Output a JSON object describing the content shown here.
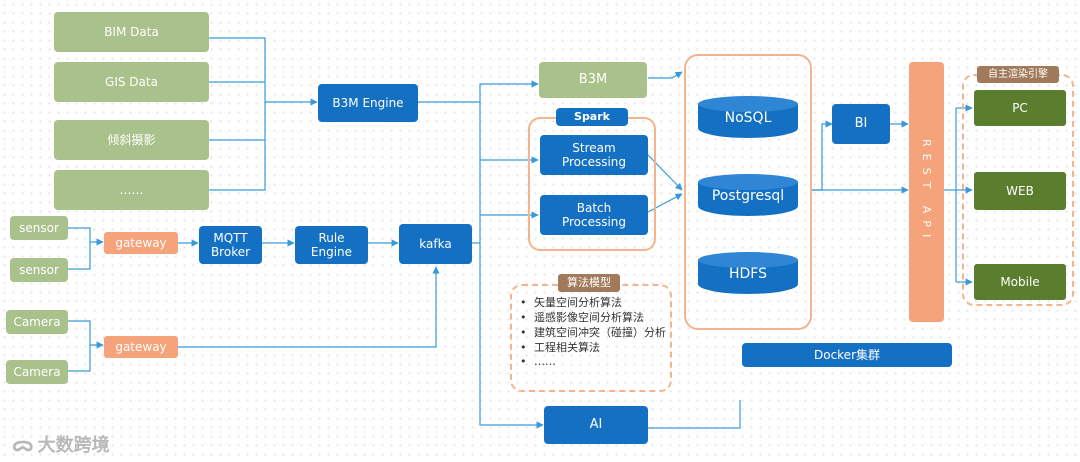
{
  "sources": {
    "bim": "BIM Data",
    "gis": "GIS Data",
    "oblique": "倾斜摄影",
    "more": "……"
  },
  "sensors": [
    "sensor",
    "sensor"
  ],
  "cameras": [
    "Camera",
    "Camera"
  ],
  "gateway_label": "gateway",
  "nodes": {
    "b3m_engine": "B3M Engine",
    "mqtt_l1": "MQTT",
    "mqtt_l2": "Broker",
    "rule_l1": "Rule",
    "rule_l2": "Engine",
    "kafka": "kafka",
    "b3m": "B3M",
    "spark": "Spark",
    "stream_l1": "Stream",
    "stream_l2": "Processing",
    "batch_l1": "Batch",
    "batch_l2": "Processing",
    "ai": "AI",
    "bi": "BI",
    "rest_api": "REST API",
    "docker": "Docker集群"
  },
  "databases": [
    "NoSQL",
    "Postgresql",
    "HDFS"
  ],
  "algorithms": {
    "tag": "算法模型",
    "items": [
      "矢量空间分析算法",
      "遥感影像空间分析算法",
      "建筑空间冲突（碰撞）分析",
      "工程相关算法",
      "……"
    ]
  },
  "render": {
    "tag": "自主渲染引擎",
    "targets": [
      "PC",
      "WEB",
      "Mobile"
    ]
  },
  "watermark": "大数跨境",
  "colors": {
    "source_green": "#a9c18a",
    "gateway_orange": "#f4a37a",
    "node_blue": "#1470c3",
    "client_green": "#5a7e2e",
    "connector": "#3a9ad9",
    "dashed_orange": "#f2b48f"
  }
}
